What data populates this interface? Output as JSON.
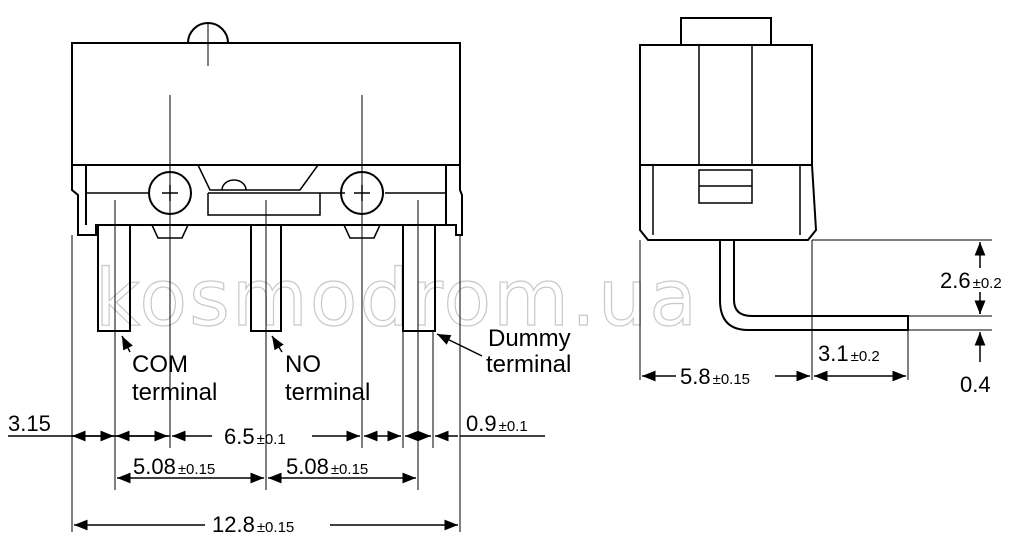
{
  "watermark": "kosmodrom.ua",
  "labels": {
    "com_line1": "COM",
    "com_line2": "terminal",
    "no_line1": "NO",
    "no_line2": "terminal",
    "dummy_line1": "Dummy",
    "dummy_line2": "terminal"
  },
  "dimensions": {
    "d315": "3.15",
    "d65_main": "6.5",
    "d65_tol": "±0.1",
    "d09_main": "0.9",
    "d09_tol": "±0.1",
    "d508a_main": "5.08",
    "d508a_tol": "±0.15",
    "d508b_main": "5.08",
    "d508b_tol": "±0.15",
    "d128_main": "12.8",
    "d128_tol": "±0.15",
    "d58_main": "5.8",
    "d58_tol": "±0.15",
    "d31_main": "3.1",
    "d31_tol": "±0.2",
    "d26_main": "2.6",
    "d26_tol": "±0.2",
    "d04": "0.4"
  }
}
